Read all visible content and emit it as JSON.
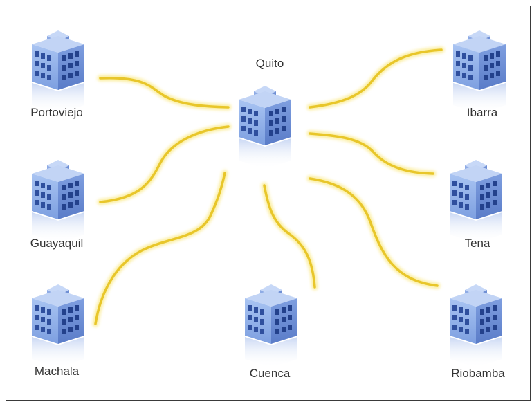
{
  "diagram": {
    "hub": {
      "label": "Quito"
    },
    "sites": [
      {
        "key": "portoviejo",
        "label": "Portoviejo"
      },
      {
        "key": "guayaquil",
        "label": "Guayaquil"
      },
      {
        "key": "machala",
        "label": "Machala"
      },
      {
        "key": "cuenca",
        "label": "Cuenca"
      },
      {
        "key": "ibarra",
        "label": "Ibarra"
      },
      {
        "key": "tena",
        "label": "Tena"
      },
      {
        "key": "riobamba",
        "label": "Riobamba"
      }
    ],
    "colors": {
      "link": "#e8c62a",
      "link_glow": "#fbeea0",
      "building_face": "#8fb0e8",
      "building_side": "#6b8fd6",
      "window": "#2f4f9e"
    }
  }
}
